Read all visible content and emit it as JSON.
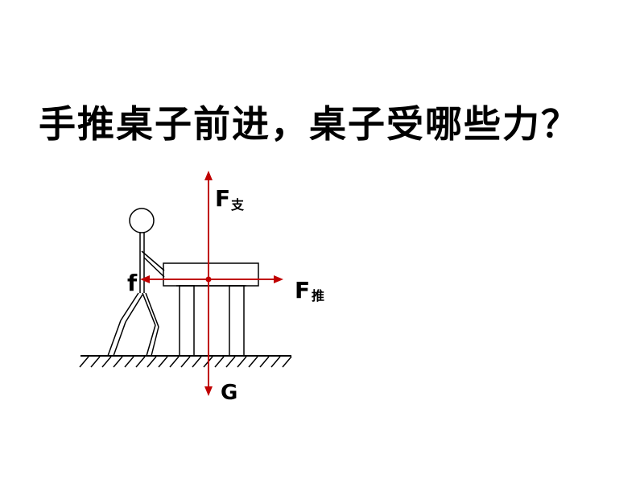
{
  "title": "手推桌子前进，桌子受哪些力？",
  "forces": {
    "support": {
      "main": "F",
      "sub": "支"
    },
    "push": {
      "main": "F",
      "sub": "推"
    },
    "friction": {
      "main": "f"
    },
    "gravity": {
      "main": "G"
    }
  },
  "colors": {
    "force_arrow": "#c00000",
    "line": "#000000",
    "background": "#ffffff"
  }
}
